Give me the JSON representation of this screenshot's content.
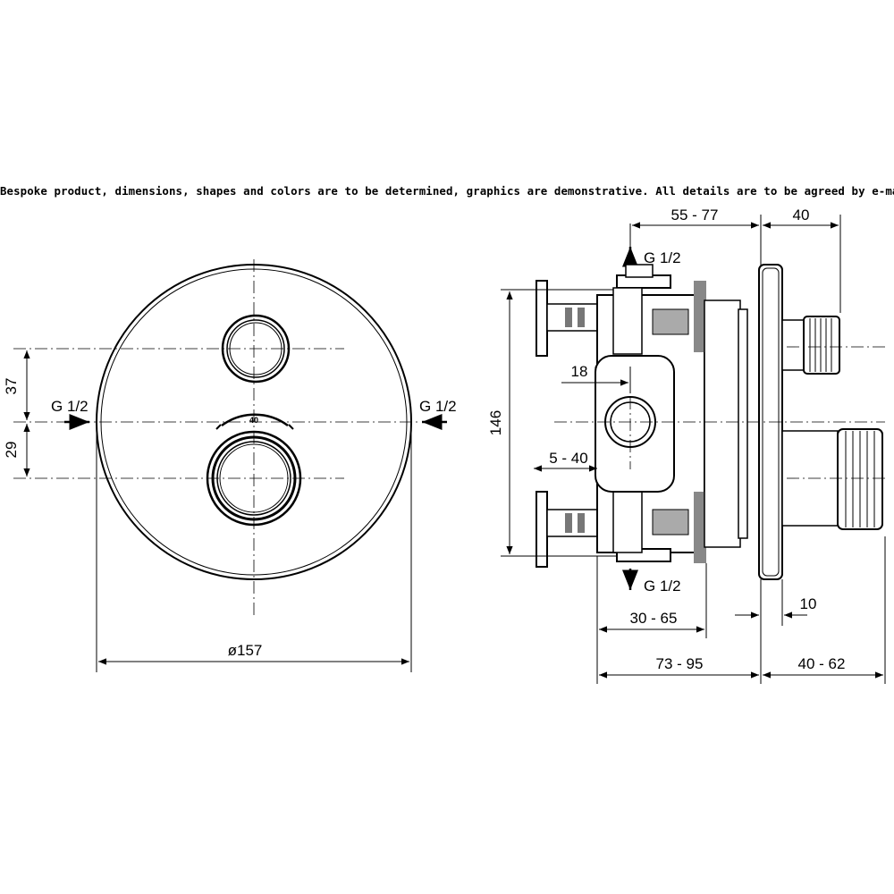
{
  "notice": "Bespoke product, dimensions, shapes and colors are to be determined, graphics are demonstrative. All details are to be agreed by e-mail.",
  "front_view": {
    "dim_37": "37",
    "dim_29": "29",
    "inlet_left": "G 1/2",
    "inlet_right": "G 1/2",
    "diameter": "ø157",
    "dial_mark": "40"
  },
  "side_view": {
    "dim_55_77": "55 - 77",
    "dim_40_top": "40",
    "outlet_top": "G 1/2",
    "outlet_bottom": "G 1/2",
    "dim_146": "146",
    "dim_18": "18",
    "dim_5_40": "5 - 40",
    "dim_30_65": "30 - 65",
    "dim_10": "10",
    "dim_73_95": "73 - 95",
    "dim_40_62": "40 - 62"
  }
}
